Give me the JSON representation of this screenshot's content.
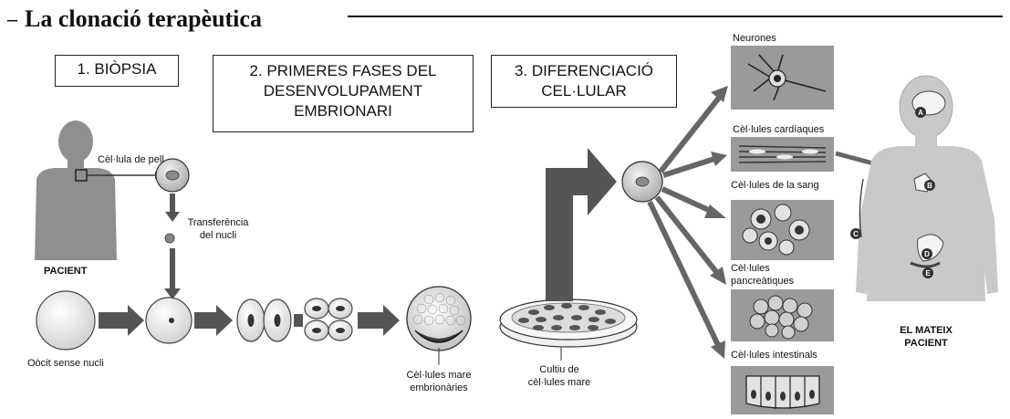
{
  "title": "La clonació terapèutica",
  "title_dash": "–",
  "steps": [
    "1. BIÒPSIA",
    "2. PRIMERES FASES DEL DESENVOLUPAMENT EMBRIONARI",
    "3. DIFERENCIACIÓ CEL·LULAR"
  ],
  "labels": {
    "skin_cell": "Cèl·lula de pell",
    "nucleus_transfer": "Transferència del nucli",
    "patient": "PACIENT",
    "oocyte": "Oòcit sense nucli",
    "stem_cells": "Cèl·lules mare embrionàries",
    "culture": "Cultiu de cèl·lules mare",
    "same_patient": "EL MATEIX PACIENT"
  },
  "cell_types": [
    "Neurones",
    "Cèl·lules cardíaques",
    "Cèl·lules de la sang",
    "Cèl·lules pancreàtiques",
    "Cèl·lules intestinals"
  ],
  "organ_markers": [
    "A",
    "B",
    "C",
    "D",
    "E"
  ]
}
